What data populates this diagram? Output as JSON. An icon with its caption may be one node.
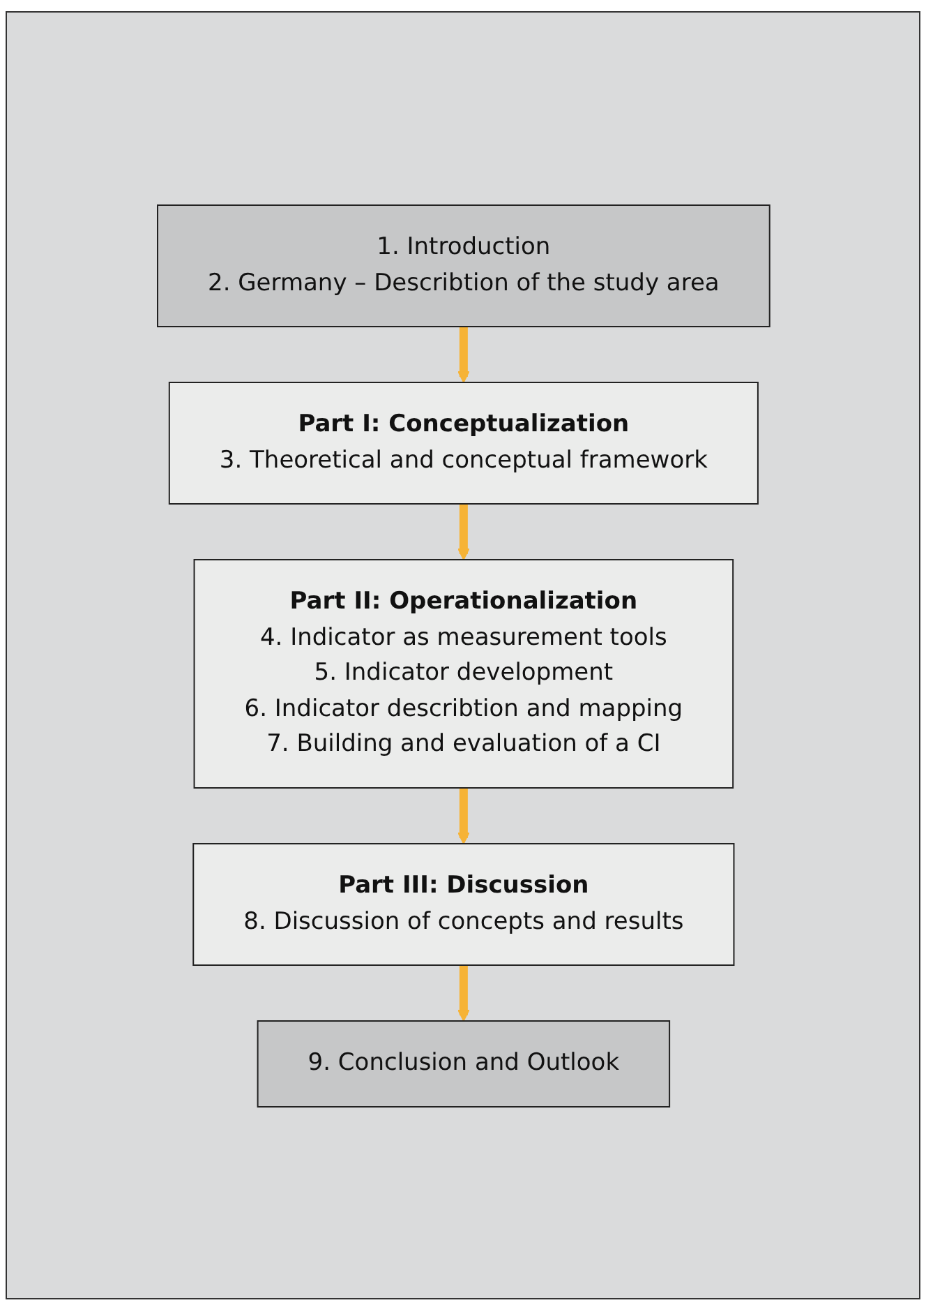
{
  "diagram": {
    "nodes": [
      {
        "text": [
          "1. Introduction",
          "2. Germany – Describtion of the study area"
        ]
      },
      {
        "text": [
          "Part I: Conceptualization",
          "3. Theoretical and conceptual framework"
        ]
      },
      {
        "text": [
          "Part II: Operationalization",
          "4. Indicator as measurement tools",
          "5. Indicator development",
          "6. Indicator describtion and mapping",
          "7. Building and evaluation of a CI"
        ]
      },
      {
        "text": [
          "Part III: Discussion",
          "8. Discussion of concepts and results"
        ]
      },
      {
        "text": [
          "9. Conclusion and Outlook"
        ]
      }
    ],
    "edges": [
      {
        "from": 0,
        "to": 1,
        "arrow": "to"
      },
      {
        "from": 1,
        "to": 2,
        "arrow": "to"
      },
      {
        "from": 2,
        "to": 3,
        "arrow": "to"
      },
      {
        "from": 3,
        "to": 4,
        "arrow": "to"
      }
    ]
  }
}
